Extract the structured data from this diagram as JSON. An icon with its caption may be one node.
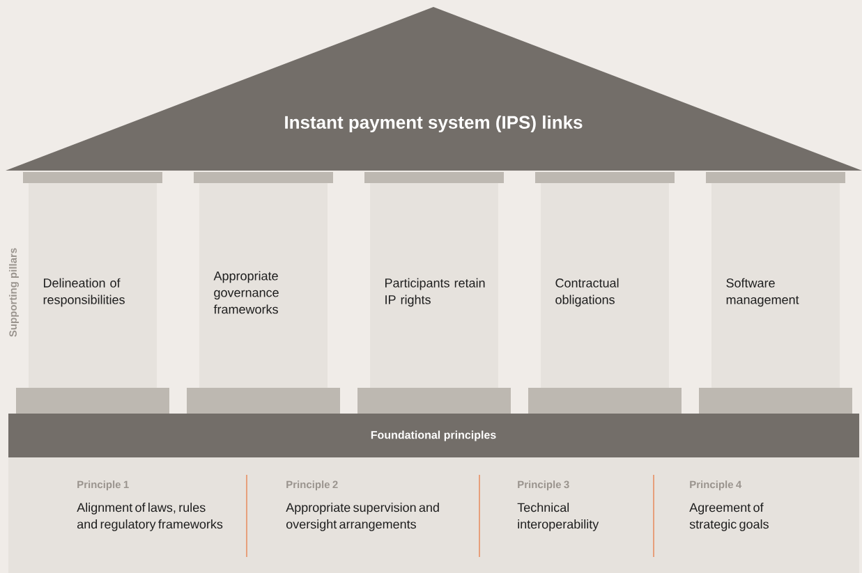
{
  "diagram": {
    "nodes": [
      {
        "text": [
          "Instant payment system (IPS) links"
        ]
      },
      {
        "text": [
          "Delineation of responsibilities"
        ]
      },
      {
        "text": [
          "Appropriate governance frameworks"
        ]
      },
      {
        "text": [
          "Participants retain IP rights"
        ]
      },
      {
        "text": [
          "Contractual obligations"
        ]
      },
      {
        "text": [
          "Software management"
        ]
      },
      {
        "text": [
          "Foundational principles"
        ]
      },
      {
        "text": [],
        "shape": "box"
      },
      {
        "text": [
          "Principle 1",
          "Alignment of laws, rules and regulatory frameworks"
        ],
        "in": 7
      },
      {
        "text": [
          "Principle 2",
          "Appropriate supervision and oversight arrangements"
        ],
        "in": 7
      },
      {
        "text": [
          "Principle 3",
          "Technical interoperability"
        ],
        "in": 7
      },
      {
        "text": [
          "Principle 4",
          "Agreement of strategic goals"
        ],
        "in": 7
      }
    ],
    "labels": [
      "Supporting pillars"
    ]
  }
}
